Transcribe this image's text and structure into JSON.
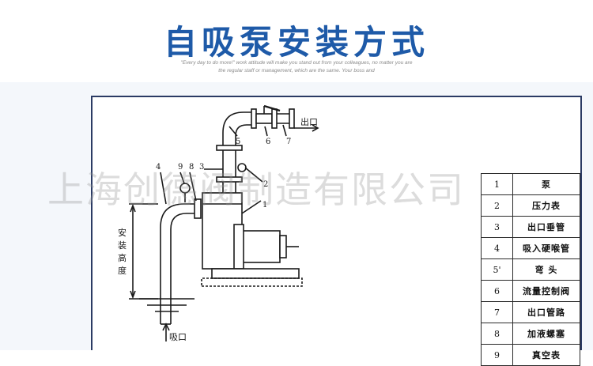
{
  "header": {
    "title": "自吸泵安装方式",
    "tagline_line1": "\"Every day to do more!\" work attitude will make you stand out from your colleagues, no matter you are",
    "tagline_line2": "the regular staff or management, which are the same. Your boss and"
  },
  "watermark": "上海创德阀制造有限公司",
  "diagram": {
    "outlet_label": "出口",
    "inlet_label": "吸口",
    "height_label": [
      "安",
      "装",
      "高",
      "度"
    ],
    "part_numbers": [
      "1",
      "2",
      "3",
      "4",
      "5",
      "6",
      "7",
      "8",
      "9"
    ]
  },
  "legend": [
    {
      "num": "1",
      "name": "泵"
    },
    {
      "num": "2",
      "name": "压力表"
    },
    {
      "num": "3",
      "name": "出口垂管"
    },
    {
      "num": "4",
      "name": "吸入硬喉管"
    },
    {
      "num": "5'",
      "name": "弯 头"
    },
    {
      "num": "6",
      "name": "流量控制阀"
    },
    {
      "num": "7",
      "name": "出口管路"
    },
    {
      "num": "8",
      "name": "加液螺塞"
    },
    {
      "num": "9",
      "name": "真空表"
    }
  ],
  "colors": {
    "title": "#1e5aa8",
    "frame": "#2b3b64",
    "line": "#1a1a1a"
  }
}
